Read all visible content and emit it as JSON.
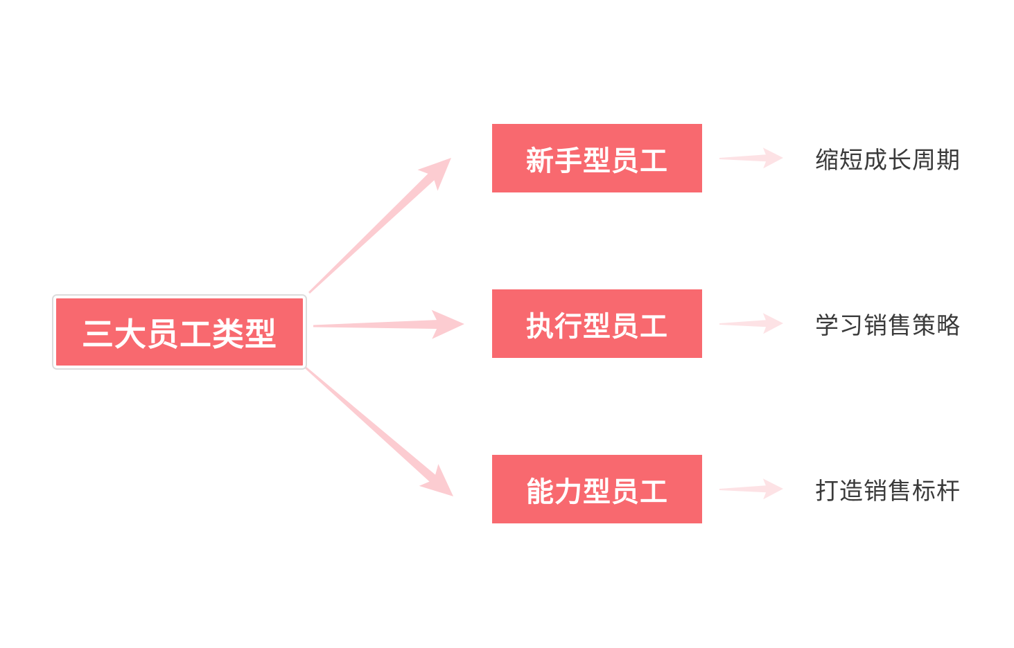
{
  "canvas": {
    "background": "#ffffff"
  },
  "colors": {
    "node_fill": "#f8696f",
    "node_text": "#ffffff",
    "primary_arrow": "#fcccd1",
    "secondary_arrow": "#fde2e5",
    "outcome_text": "#3a3a3a",
    "root_selection_outline": "#dcdcdc"
  },
  "diagram": {
    "root": {
      "label": "三大员工类型"
    },
    "branches": [
      {
        "node_label": "新手型员工",
        "outcome_label": "缩短成长周期"
      },
      {
        "node_label": "执行型员工",
        "outcome_label": "学习销售策略"
      },
      {
        "node_label": "能力型员工",
        "outcome_label": "打造销售标杆"
      }
    ]
  }
}
